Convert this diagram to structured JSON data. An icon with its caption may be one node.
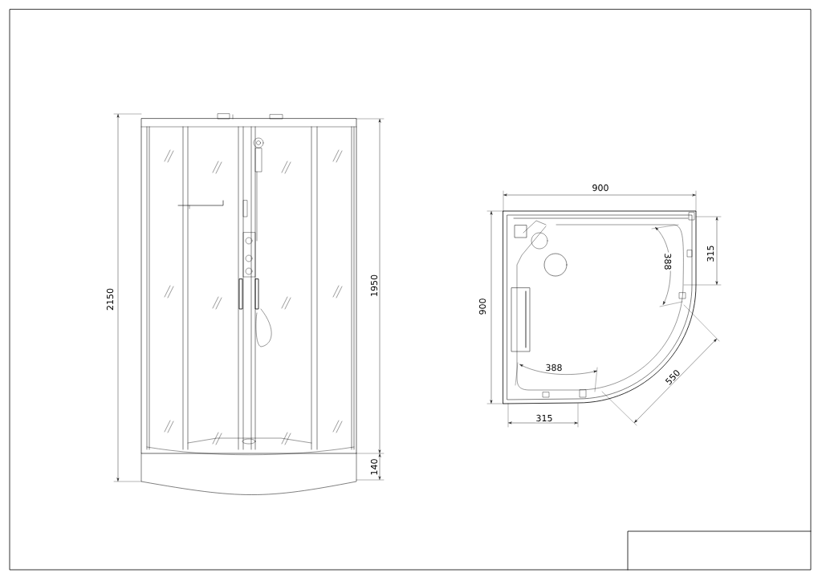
{
  "diagram": {
    "labels": [
      "900",
      "315",
      "388",
      "2150",
      "1950",
      "900",
      "388",
      "550",
      "315",
      "140"
    ]
  }
}
